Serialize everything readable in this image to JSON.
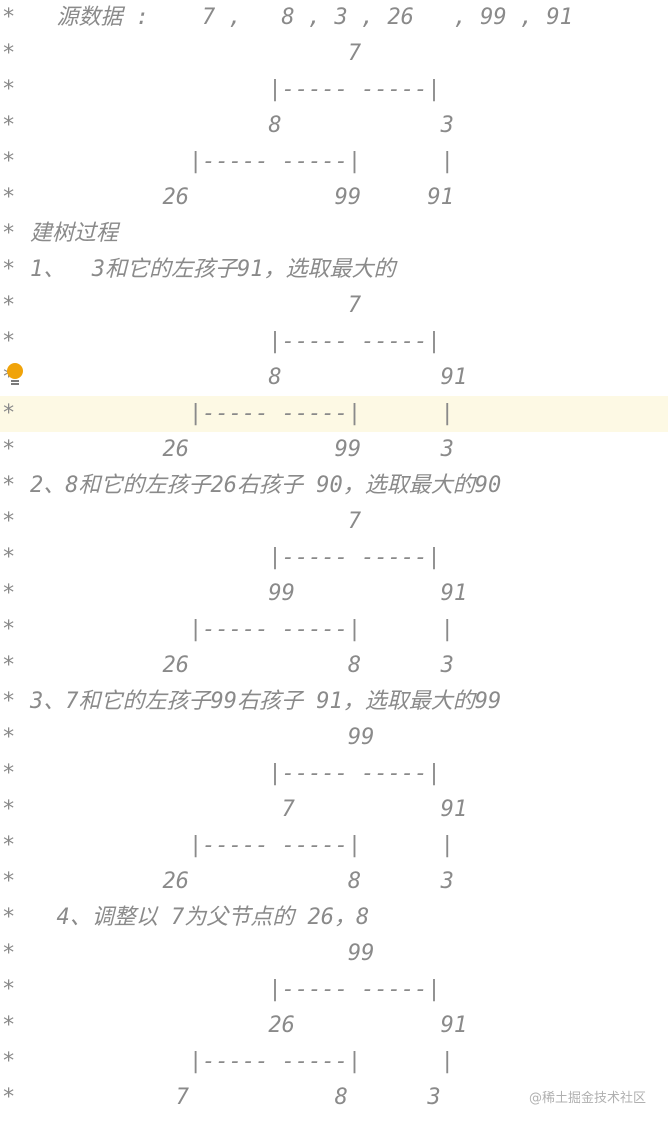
{
  "editor": {
    "comment_prefix": "*",
    "highlight_color": "#fdf9e4",
    "lines": [
      {
        "text": "  源数据 :    7 ,   8 , 3 , 26   , 99 , 91"
      },
      {
        "text": "                        7"
      },
      {
        "text": "                  |----- -----|"
      },
      {
        "text": "                  8            3"
      },
      {
        "text": "            |----- -----|      |"
      },
      {
        "text": "          26           99     91"
      },
      {
        "text": "建树过程"
      },
      {
        "text": "1、  3和它的左孩子91，选取最大的"
      },
      {
        "text": "                        7"
      },
      {
        "text": "                  |----- -----|"
      },
      {
        "text": "                  8            91"
      },
      {
        "text": "            |----- -----|      |",
        "highlight": true
      },
      {
        "text": "          26           99      3"
      },
      {
        "text": "2、8和它的左孩子26右孩子 90，选取最大的90"
      },
      {
        "text": "                        7"
      },
      {
        "text": "                  |----- -----|"
      },
      {
        "text": "                  99           91"
      },
      {
        "text": "            |----- -----|      |"
      },
      {
        "text": "          26            8      3"
      },
      {
        "text": "3、7和它的左孩子99右孩子 91，选取最大的99"
      },
      {
        "text": "                        99"
      },
      {
        "text": "                  |----- -----|"
      },
      {
        "text": "                   7           91"
      },
      {
        "text": "            |----- -----|      |"
      },
      {
        "text": "          26            8      3"
      },
      {
        "text": "  4、调整以 7为父节点的 26，8"
      },
      {
        "text": "                        99"
      },
      {
        "text": "                  |----- -----|"
      },
      {
        "text": "                  26           91"
      },
      {
        "text": "            |----- -----|      |"
      },
      {
        "text": "           7           8      3"
      }
    ]
  },
  "icons": {
    "lightbulb": {
      "name": "lightbulb-icon",
      "color": "#f0a30a"
    }
  },
  "watermark": {
    "text": "@稀土掘金技术社区"
  }
}
